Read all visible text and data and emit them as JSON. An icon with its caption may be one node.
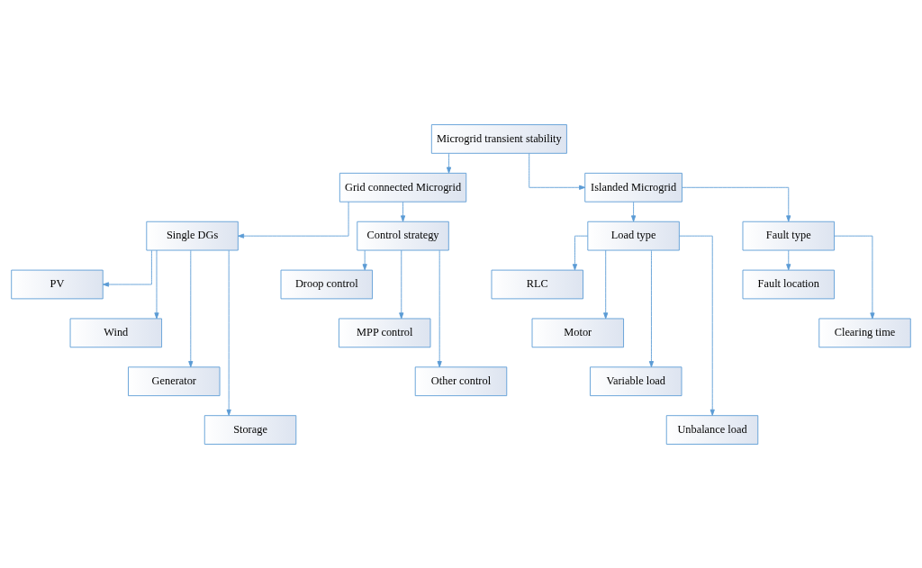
{
  "diagram": {
    "nodes": [
      {
        "text": [
          "Microgrid transient stability"
        ]
      },
      {
        "text": [
          "Grid connected Microgrid"
        ]
      },
      {
        "text": [
          "Islanded Microgrid"
        ]
      },
      {
        "text": [
          "Single DGs"
        ]
      },
      {
        "text": [
          "Control strategy"
        ]
      },
      {
        "text": [
          "Load type"
        ]
      },
      {
        "text": [
          "Fault type"
        ]
      },
      {
        "text": [
          "PV"
        ]
      },
      {
        "text": [
          "Wind"
        ]
      },
      {
        "text": [
          "Generator"
        ]
      },
      {
        "text": [
          "Storage"
        ]
      },
      {
        "text": [
          "Droop control"
        ]
      },
      {
        "text": [
          "MPP control"
        ]
      },
      {
        "text": [
          "Other control"
        ]
      },
      {
        "text": [
          "RLC"
        ]
      },
      {
        "text": [
          "Motor"
        ]
      },
      {
        "text": [
          "Variable load"
        ]
      },
      {
        "text": [
          "Unbalance load"
        ]
      },
      {
        "text": [
          "Fault location"
        ]
      },
      {
        "text": [
          "Clearing time"
        ]
      }
    ],
    "edges": [
      {
        "from": 0,
        "to": 1,
        "arrow": "to"
      },
      {
        "from": 0,
        "to": 2,
        "arrow": "to"
      },
      {
        "from": 1,
        "to": 3,
        "arrow": "to"
      },
      {
        "from": 1,
        "to": 4,
        "arrow": "to"
      },
      {
        "from": 2,
        "to": 5,
        "arrow": "to"
      },
      {
        "from": 2,
        "to": 6,
        "arrow": "to"
      },
      {
        "from": 3,
        "to": 7,
        "arrow": "to"
      },
      {
        "from": 3,
        "to": 8,
        "arrow": "to"
      },
      {
        "from": 3,
        "to": 9,
        "arrow": "to"
      },
      {
        "from": 3,
        "to": 10,
        "arrow": "to"
      },
      {
        "from": 4,
        "to": 11,
        "arrow": "to"
      },
      {
        "from": 4,
        "to": 12,
        "arrow": "to"
      },
      {
        "from": 4,
        "to": 13,
        "arrow": "to"
      },
      {
        "from": 5,
        "to": 14,
        "arrow": "to"
      },
      {
        "from": 5,
        "to": 15,
        "arrow": "to"
      },
      {
        "from": 5,
        "to": 16,
        "arrow": "to"
      },
      {
        "from": 5,
        "to": 17,
        "arrow": "to"
      },
      {
        "from": 6,
        "to": 18,
        "arrow": "to"
      },
      {
        "from": 6,
        "to": 19,
        "arrow": "to"
      }
    ]
  }
}
